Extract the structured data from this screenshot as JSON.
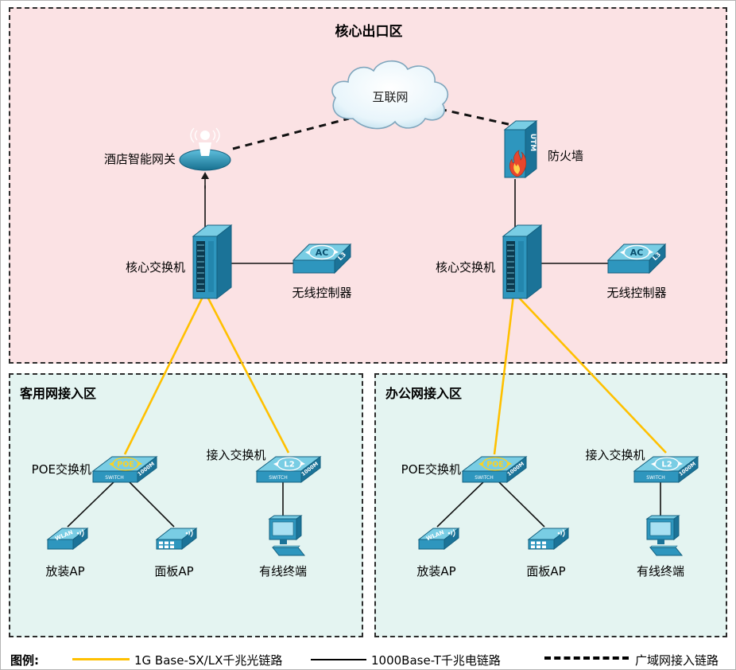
{
  "core_zone": {
    "title": "核心出口区",
    "internet": "互联网",
    "gateway": "酒店智能网关",
    "firewall": "防火墙",
    "core_switch": "核心交换机",
    "wireless_controller": "无线控制器"
  },
  "guest_zone": {
    "title": "客用网接入区",
    "poe_switch": "POE交换机",
    "access_switch": "接入交换机",
    "ceiling_ap": "放装AP",
    "panel_ap": "面板AP",
    "wired_terminal": "有线终端"
  },
  "office_zone": {
    "title": "办公网接入区",
    "poe_switch": "POE交换机",
    "access_switch": "接入交换机",
    "ceiling_ap": "放装AP",
    "panel_ap": "面板AP",
    "wired_terminal": "有线终端"
  },
  "device_text": {
    "utm": "UTM",
    "ac": "AC",
    "l3": "L3",
    "l2": "L2",
    "poe": "POE",
    "switch": "SWITCH",
    "speed": "1000M",
    "wlan": "WLAN"
  },
  "legend": {
    "title": "图例:",
    "items": [
      {
        "label": "1G Base-SX/LX千兆光链路",
        "style": "solid-yellow"
      },
      {
        "label": "1000Base-T千兆电链路",
        "style": "solid-black"
      },
      {
        "label": "广域网接入链路",
        "style": "dashed-black"
      }
    ]
  },
  "colors": {
    "fiber_link": "#FFC000",
    "copper_link": "#000000",
    "wan_link": "#111111",
    "core_zone_bg": "#FBE2E4",
    "access_zone_bg": "#E4F4F1",
    "device_blue": "#2E96BE"
  }
}
